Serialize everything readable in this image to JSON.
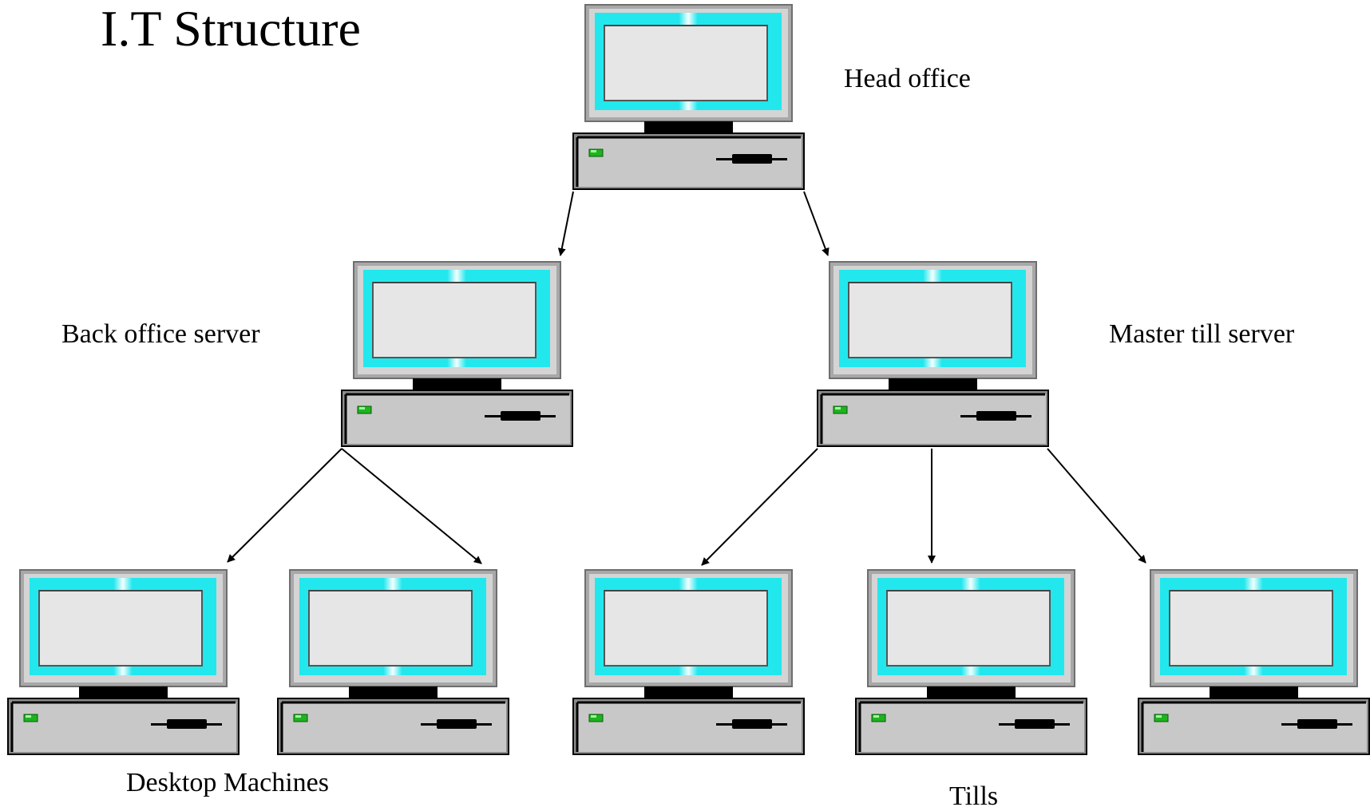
{
  "title": "I.T Structure",
  "labels": {
    "head_office": "Head office",
    "back_office_server": "Back office server",
    "master_till_server": "Master till server",
    "desktop_machines": "Desktop Machines",
    "tills": "Tills"
  },
  "colors": {
    "screen_glow": "#22e8ee",
    "screen_face": "#e6e6e6",
    "case_grey": "#c8c8c8",
    "power_led": "#1fb31f"
  },
  "nodes": [
    {
      "id": "head-office",
      "icon": "computer-icon"
    },
    {
      "id": "back-office-server",
      "icon": "computer-icon"
    },
    {
      "id": "master-till-server",
      "icon": "computer-icon"
    },
    {
      "id": "desktop-machine-1",
      "icon": "computer-icon"
    },
    {
      "id": "desktop-machine-2",
      "icon": "computer-icon"
    },
    {
      "id": "till-1",
      "icon": "computer-icon"
    },
    {
      "id": "till-2",
      "icon": "computer-icon"
    },
    {
      "id": "till-3",
      "icon": "computer-icon"
    }
  ],
  "edges": [
    {
      "from": "head-office",
      "to": "back-office-server"
    },
    {
      "from": "head-office",
      "to": "master-till-server"
    },
    {
      "from": "back-office-server",
      "to": "desktop-machine-1"
    },
    {
      "from": "back-office-server",
      "to": "desktop-machine-2"
    },
    {
      "from": "master-till-server",
      "to": "till-1"
    },
    {
      "from": "master-till-server",
      "to": "till-2"
    },
    {
      "from": "master-till-server",
      "to": "till-3"
    }
  ]
}
